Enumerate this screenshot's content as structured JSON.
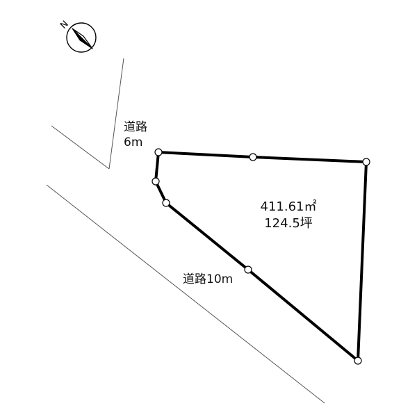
{
  "compass": {
    "north_letter": "N",
    "icon": "north-arrow-icon"
  },
  "roads": {
    "side_road": {
      "name": "道路",
      "width": "6m"
    },
    "main_road": {
      "label": "道路10m"
    }
  },
  "lot": {
    "area_sqm": "411.61㎡",
    "area_tsubo": "124.5坪"
  },
  "colors": {
    "boundary": "#000000",
    "road_edge": "#555555",
    "vertex_fill": "#ffffff"
  }
}
